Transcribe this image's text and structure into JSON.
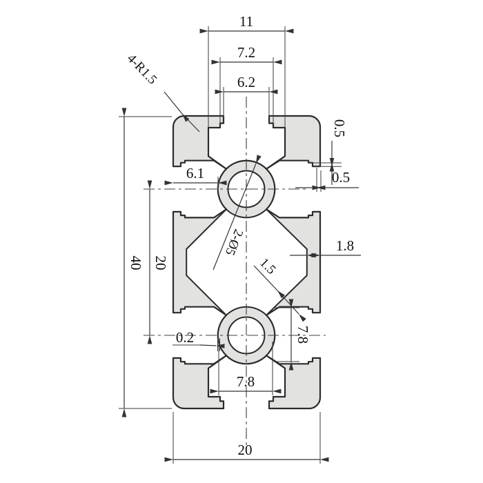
{
  "drawing": {
    "title": "aluminum-extrusion-profile-2040-cross-section",
    "background": "#ffffff",
    "profile_fill": "#e2e2e0",
    "outline_color": "#2b2b2b",
    "dimension_color": "#333333",
    "dimensions": {
      "top_slot_outer_width": "11",
      "top_slot_mid_width": "7.2",
      "top_slot_opening_width": "6.2",
      "corner_radius_note": "4-R1.5",
      "lip_step_vertical": "0.5",
      "lip_step_horizontal": "0.5",
      "side_slot_depth": "6.1",
      "hole_pitch": "20",
      "overall_height": "40",
      "holes_note": "2-Ø5",
      "wall_thickness": "1.8",
      "web_thickness": "1.5",
      "boss_width_vertical": "7.8",
      "edge_offset": "0.2",
      "boss_width_horizontal": "7.8",
      "overall_width": "20"
    }
  }
}
